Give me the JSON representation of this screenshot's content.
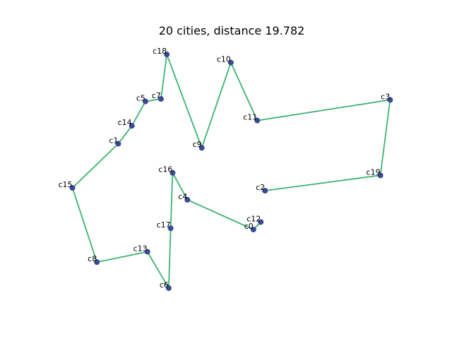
{
  "chart_data": {
    "type": "scatter",
    "title": "20 cities, distance 19.782",
    "xlabel": "",
    "ylabel": "",
    "axes_visible": false,
    "grid": false,
    "route_color": "#3cb371",
    "point_color": "#3b4994",
    "cities": [
      {
        "name": "c0",
        "x": 5.02,
        "y": 2.48
      },
      {
        "name": "c1",
        "x": 1.54,
        "y": 5.22
      },
      {
        "name": "c2",
        "x": 5.32,
        "y": 3.72
      },
      {
        "name": "c3",
        "x": 8.54,
        "y": 6.62
      },
      {
        "name": "c4",
        "x": 3.32,
        "y": 3.43
      },
      {
        "name": "c5",
        "x": 2.24,
        "y": 6.57
      },
      {
        "name": "c6",
        "x": 2.84,
        "y": 0.61
      },
      {
        "name": "c7",
        "x": 2.64,
        "y": 6.65
      },
      {
        "name": "c8",
        "x": 0.99,
        "y": 1.44
      },
      {
        "name": "c9",
        "x": 3.69,
        "y": 5.09
      },
      {
        "name": "c10",
        "x": 4.44,
        "y": 7.81
      },
      {
        "name": "c11",
        "x": 5.12,
        "y": 5.96
      },
      {
        "name": "c12",
        "x": 5.21,
        "y": 2.72
      },
      {
        "name": "c13",
        "x": 2.29,
        "y": 1.77
      },
      {
        "name": "c14",
        "x": 1.89,
        "y": 5.79
      },
      {
        "name": "c15",
        "x": 0.36,
        "y": 3.81
      },
      {
        "name": "c16",
        "x": 2.94,
        "y": 4.29
      },
      {
        "name": "c17",
        "x": 2.89,
        "y": 2.52
      },
      {
        "name": "c18",
        "x": 2.79,
        "y": 8.07
      },
      {
        "name": "c19",
        "x": 8.29,
        "y": 4.21
      }
    ],
    "route": [
      "c0",
      "c12",
      "c0",
      "c4",
      "c16",
      "c17",
      "c6",
      "c13",
      "c8",
      "c15",
      "c1",
      "c14",
      "c5",
      "c7",
      "c18",
      "c9",
      "c10",
      "c11",
      "c3",
      "c19",
      "c2"
    ],
    "xlim": [
      -0.05,
      8.97
    ],
    "ylim": [
      0.18,
      8.5
    ]
  }
}
